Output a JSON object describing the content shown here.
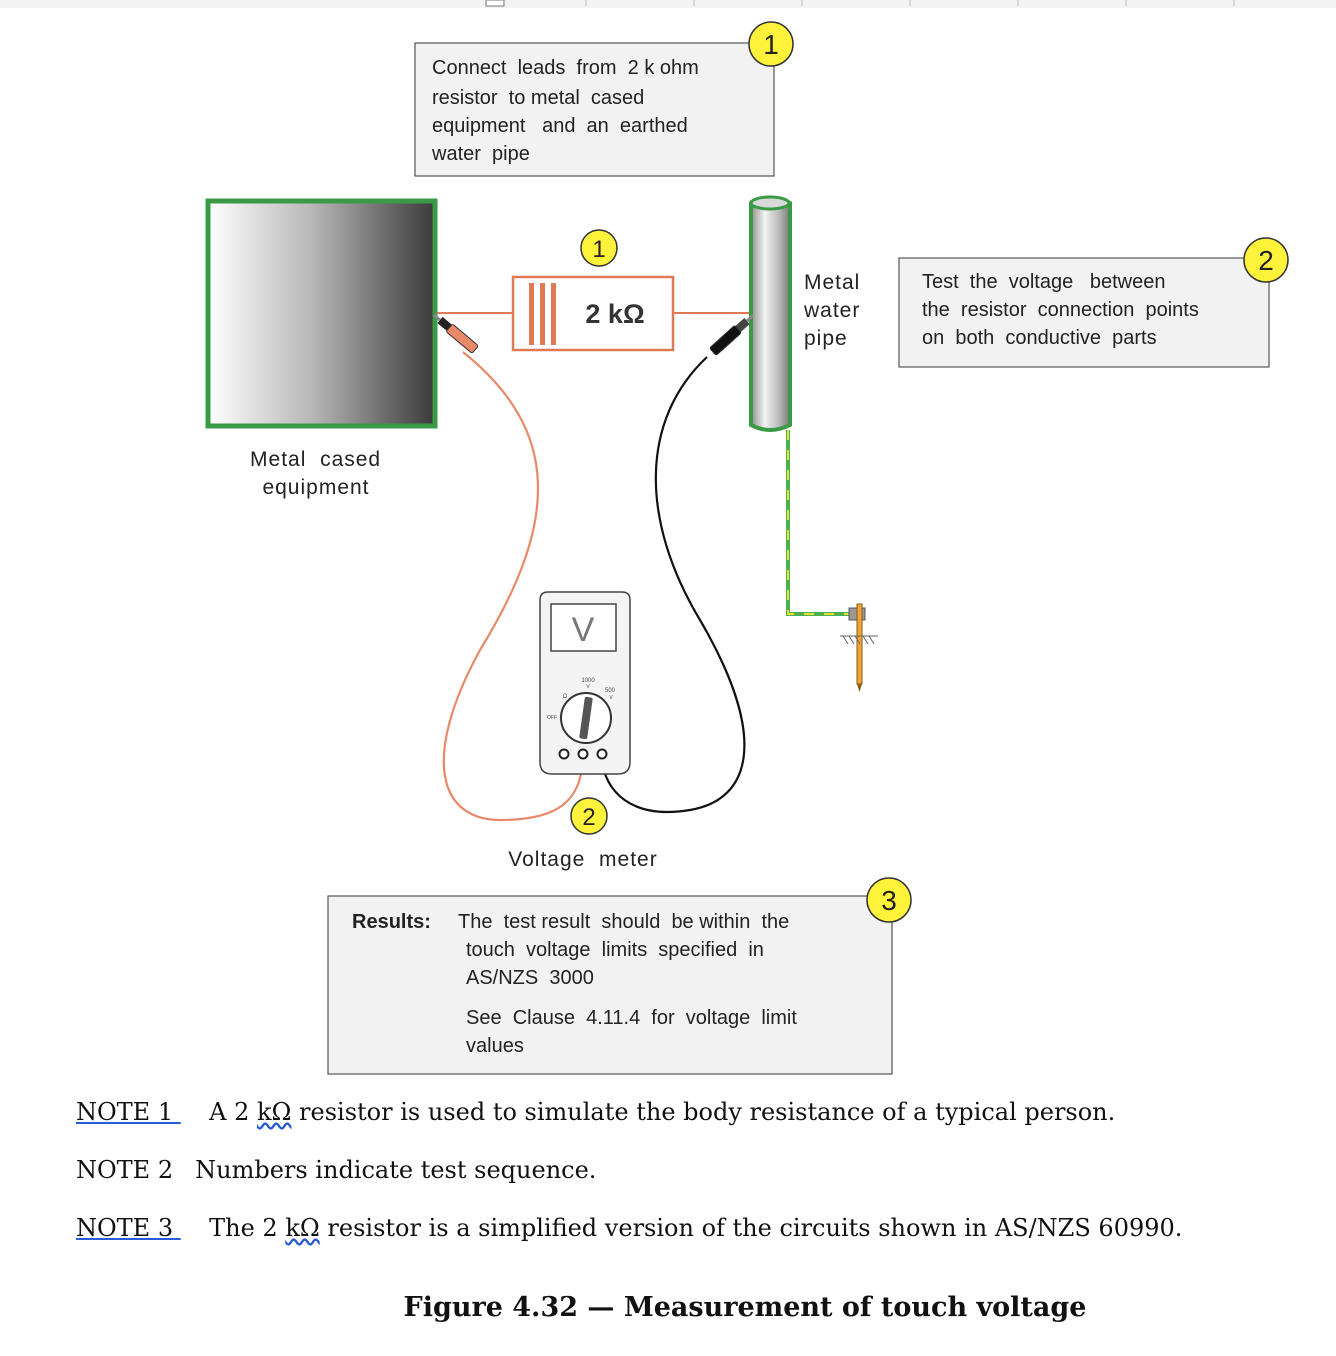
{
  "diagram": {
    "callout_top": {
      "lines": [
        "Connect  leads  from  2 k ohm",
        "resistor  to metal  cased",
        "equipment   and  an  earthed",
        "water  pipe"
      ],
      "step": "1"
    },
    "callout_right": {
      "lines": [
        "Test  the  voltage   between",
        "the  resistor  connection  points",
        "on  both  conductive  parts"
      ],
      "step": "2"
    },
    "results_box": {
      "heading": "Results:",
      "lines": [
        "The  test result  should  be within  the",
        "touch  voltage  limits  specified  in",
        "AS/NZS  3000"
      ],
      "clause_lines": [
        "See  Clause  4.11.4  for  voltage  limit",
        "values"
      ],
      "step": "3"
    },
    "resistor": {
      "label": "2 kΩ",
      "step": "1"
    },
    "equipment_label": [
      "Metal  cased",
      "equipment"
    ],
    "pipe_label": [
      "Metal",
      "water",
      "pipe"
    ],
    "meter": {
      "display": "V",
      "label": "Voltage  meter",
      "step": "2",
      "dial_1000": "1000",
      "dial_v1": "V",
      "dial_500": "500",
      "dial_v2": "V",
      "dial_ohm": "Ω",
      "dial_off": "OFF"
    },
    "colors": {
      "equipment_border": "#3a9a46",
      "pipe_border": "#3a9a46",
      "resistor": "#e07a55",
      "red_lead": "#e8896a",
      "black_lead": "#111111",
      "callout_fill": "#f1f2f1",
      "step_marker": "#fff23a",
      "earth_wire_green": "#4caf50",
      "earth_wire_yellow": "#e6e13a"
    }
  },
  "notes": [
    {
      "number": "NOTE 1",
      "pre": "A 2 ",
      "unit": "kΩ",
      "post": " resistor is used to simulate the body resistance of a typical person."
    },
    {
      "number": "NOTE 2",
      "text": "Numbers indicate test sequence."
    },
    {
      "number": "NOTE 3",
      "pre": "The 2 ",
      "unit": "kΩ",
      "post": " resistor is a simplified version of the circuits shown in AS/NZS 60990."
    }
  ],
  "caption": "Figure 4.32 — Measurement of touch voltage"
}
